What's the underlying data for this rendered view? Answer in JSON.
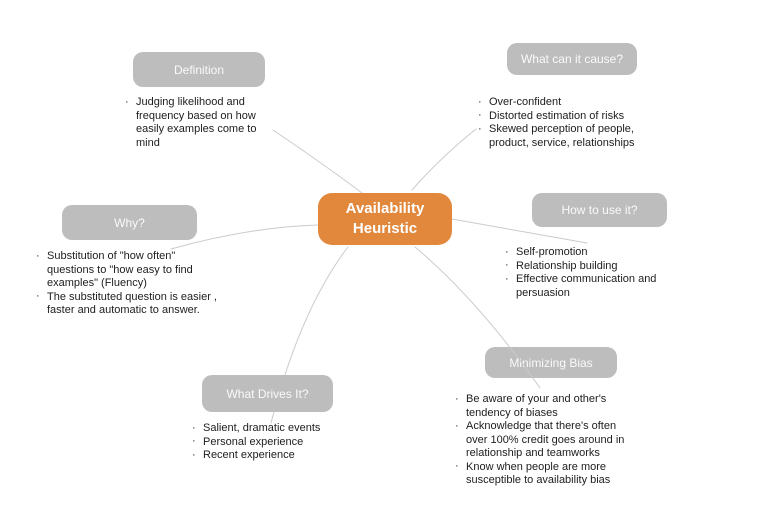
{
  "colors": {
    "center_node": "#e1883c",
    "topic_node": "#bdbdbd",
    "connector": "#cbcbcb",
    "body_text": "#1d1d1f",
    "background": "#ffffff"
  },
  "center": {
    "label": "Availability Heuristic"
  },
  "nodes": [
    {
      "id": "definition",
      "label": "Definition",
      "bullets": [
        [
          "Judging likelihood and",
          "frequency based on how",
          "easily examples come to",
          "mind"
        ]
      ]
    },
    {
      "id": "causes",
      "label": "What can it cause?",
      "bullets": [
        [
          "Over-confident"
        ],
        [
          "Distorted estimation of risks"
        ],
        [
          "Skewed perception of people,",
          "product, service, relationships"
        ]
      ]
    },
    {
      "id": "why",
      "label": "Why?",
      "bullets": [
        [
          "Substitution of \"how often\"",
          "questions to \"how easy to find",
          "examples\" (Fluency)"
        ],
        [
          "The substituted question is easier ,",
          "faster and automatic to answer."
        ]
      ]
    },
    {
      "id": "use",
      "label": "How to use it?",
      "bullets": [
        [
          "Self-promotion"
        ],
        [
          "Relationship building"
        ],
        [
          "Effective communication and",
          "persuasion"
        ]
      ]
    },
    {
      "id": "drives",
      "label": "What Drives It?",
      "bullets": [
        [
          "Salient, dramatic events"
        ],
        [
          "Personal experience"
        ],
        [
          "Recent experience"
        ]
      ]
    },
    {
      "id": "minimizing",
      "label": "Minimizing Bias",
      "bullets": [
        [
          "Be aware of your and other's",
          "tendency of biases"
        ],
        [
          "Acknowledge that there's often",
          "over 100% credit goes around in",
          "relationship and teamworks"
        ],
        [
          "Know when people are more",
          "susceptible to availability bias"
        ]
      ]
    }
  ]
}
